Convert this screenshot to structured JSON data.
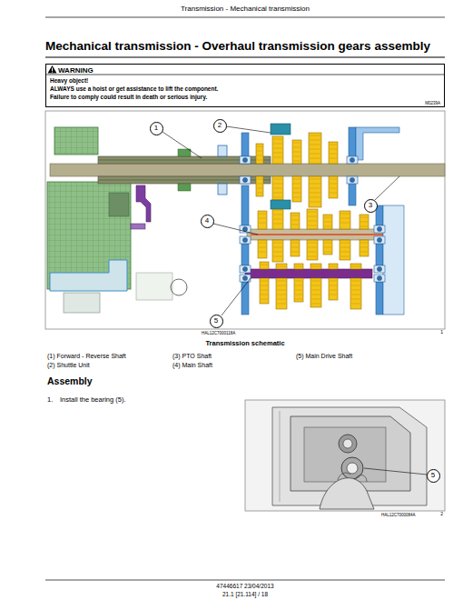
{
  "diagram": {
    "title": "Mechanical transmission - Overhaul transmission gears assembly",
    "caption": "Transmission schematic",
    "nodes": [
      {
        "text": [
          "WARNING",
          "Heavy object!",
          "ALWAYS use a hoist or get assistance to lift the component.",
          "Failure to comply could result in death or serious injury.",
          "M0239A"
        ]
      },
      {
        "text": [
          "1"
        ]
      },
      {
        "text": [
          "2"
        ]
      },
      {
        "text": [
          "3"
        ]
      },
      {
        "text": [
          "4"
        ]
      },
      {
        "text": [
          "5"
        ]
      },
      {
        "text": [
          "5"
        ]
      }
    ],
    "labels": [
      "Transmission - Mechanical transmission",
      "HAL12C7000118A",
      "1",
      "(1) Forward - Reverse Shaft",
      "(3) PTO Shaft",
      "(5) Main Drive Shaft",
      "(2) Shuttle Unit",
      "(4) Main Shaft",
      "Assembly",
      "1.",
      "Install the bearing (5).",
      "HAL12C7000084A",
      "2",
      "47446617 23/04/2013",
      "21.1 [21.114] / 18"
    ]
  }
}
